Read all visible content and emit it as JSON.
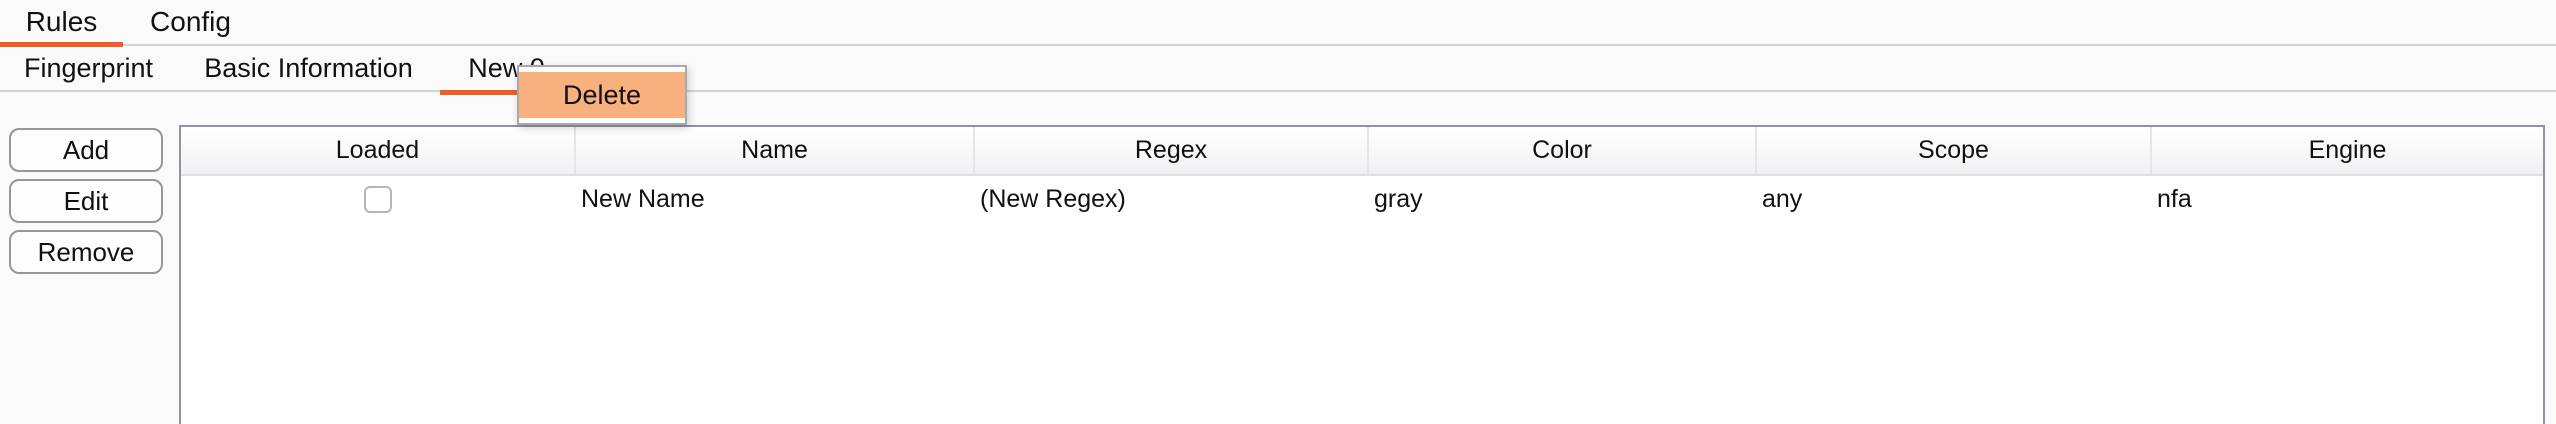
{
  "tabs_primary": [
    {
      "label": "Rules",
      "active": true
    },
    {
      "label": "Config",
      "active": false
    }
  ],
  "tabs_secondary": [
    {
      "label": "Fingerprint",
      "active": false
    },
    {
      "label": "Basic Information",
      "active": false
    },
    {
      "label": "New 0",
      "active": true
    }
  ],
  "context_menu": {
    "items": [
      {
        "label": "Delete",
        "highlighted": true
      }
    ]
  },
  "toolbar": {
    "add_label": "Add",
    "edit_label": "Edit",
    "remove_label": "Remove"
  },
  "table": {
    "columns": [
      "Loaded",
      "Name",
      "Regex",
      "Color",
      "Scope",
      "Engine"
    ],
    "rows": [
      {
        "loaded": false,
        "name": "New Name",
        "regex": "(New Regex)",
        "color": "gray",
        "scope": "any",
        "engine": "nfa"
      }
    ]
  },
  "colors": {
    "accent_orange": "#ef5b29",
    "menu_highlight": "#f7b07e",
    "table_border": "#8f93a2"
  }
}
